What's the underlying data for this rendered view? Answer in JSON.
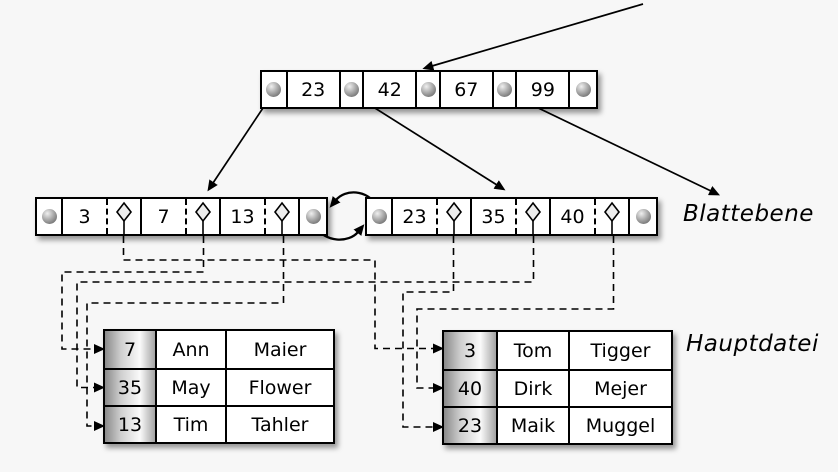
{
  "diagram": {
    "root_node": {
      "keys": [
        "23",
        "42",
        "67",
        "99"
      ]
    },
    "leaf_level": {
      "label": "Blattebene",
      "left_leaf": {
        "keys": [
          "3",
          "7",
          "13"
        ]
      },
      "right_leaf": {
        "keys": [
          "23",
          "35",
          "40"
        ]
      }
    },
    "main_file": {
      "label": "Hauptdatei",
      "left_table": {
        "rows": [
          [
            "7",
            "Ann",
            "Maier"
          ],
          [
            "35",
            "May",
            "Flower"
          ],
          [
            "13",
            "Tim",
            "Tahler"
          ]
        ]
      },
      "right_table": {
        "rows": [
          [
            "3",
            "Tom",
            "Tigger"
          ],
          [
            "40",
            "Dirk",
            "Mejer"
          ],
          [
            "23",
            "Maik",
            "Muggel"
          ]
        ]
      }
    },
    "icons": {
      "pointer_ball": "ball-icon",
      "record_pointer": "diamond-icon",
      "links": [
        "solid-arrow",
        "dashed-elbow-arrow",
        "curved-double-link"
      ]
    },
    "colors": {
      "background": "#f7f7f7",
      "stroke": "#000000",
      "node_fill": "#ffffff",
      "key_column_gradient": [
        "#8a8a8a",
        "#fafafa",
        "#a3a3a3"
      ]
    }
  }
}
